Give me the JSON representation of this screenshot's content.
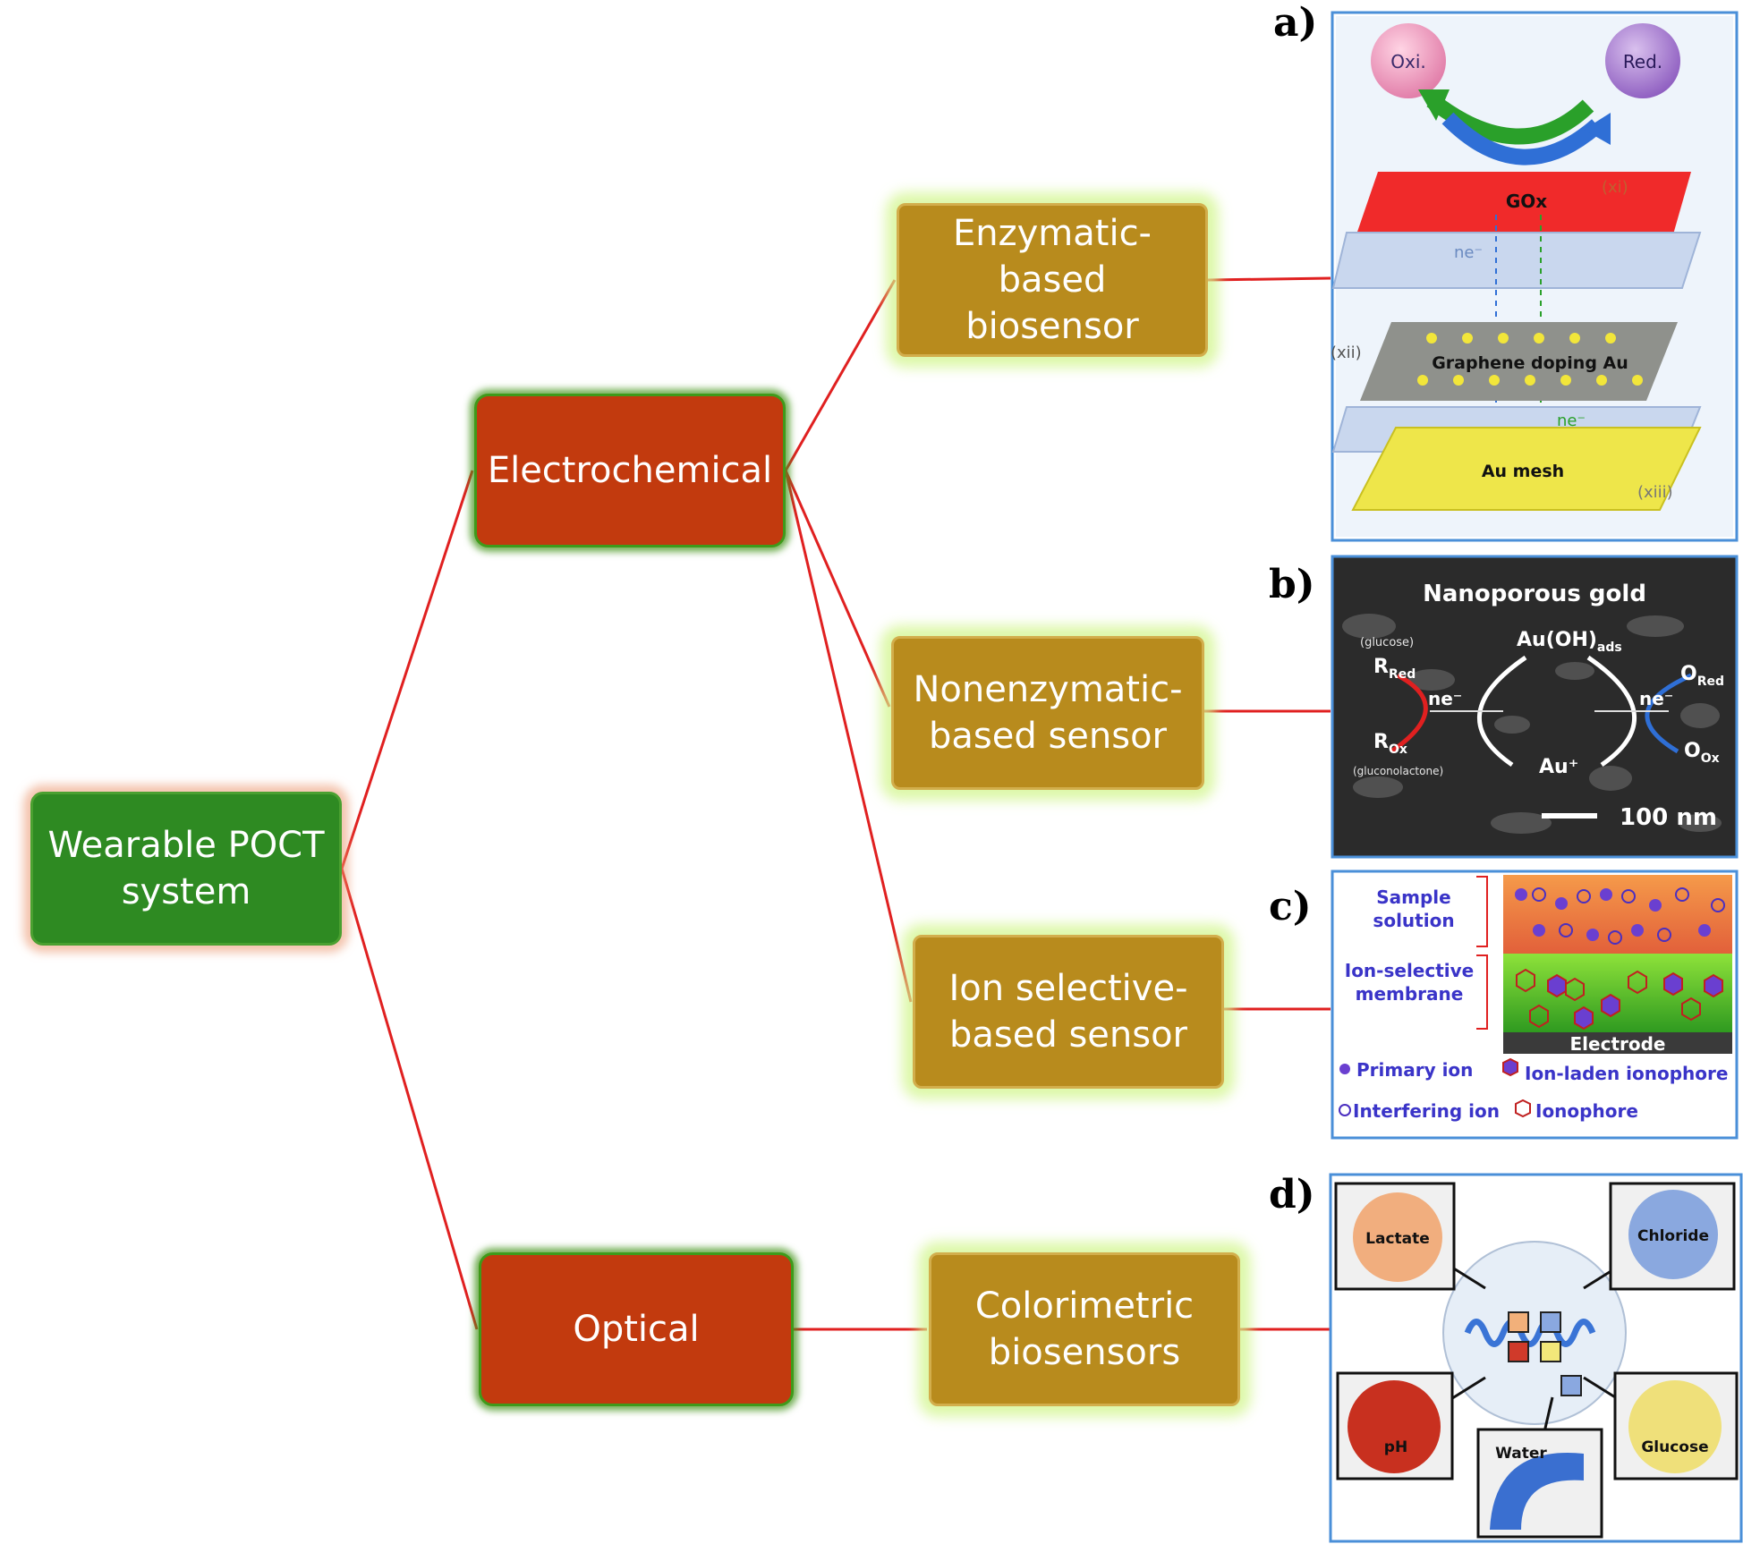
{
  "nodes": {
    "root": "Wearable POCT\nsystem",
    "electrochemical": "Electrochemical",
    "optical": "Optical",
    "enzymatic": "Enzymatic-based\nbiosensor",
    "nonenzymatic": "Nonenzymatic-\nbased sensor",
    "ion_selective": "Ion selective-\nbased sensor",
    "colorimetric": "Colorimetric\nbiosensors"
  },
  "panels": {
    "a": {
      "label": "a)",
      "oxi": "Oxi.",
      "red": "Red.",
      "gox": "GOx",
      "xi": "(xi)",
      "ne1": "ne⁻",
      "xii": "(xii)",
      "graphene": "Graphene doping Au",
      "ne2": "ne⁻",
      "au_mesh": "Au mesh",
      "xiii": "(xiii)"
    },
    "b": {
      "label": "b)",
      "title": "Nanoporous gold",
      "glucose": "(glucose)",
      "r_red": "R",
      "r_red_sub": "Red",
      "au_oh": "Au(OH)",
      "au_oh_sub": "ads",
      "o_red": "O",
      "o_red_sub": "Red",
      "ne_left": "ne⁻",
      "ne_right": "ne⁻",
      "r_ox": "R",
      "r_ox_sub": "Ox",
      "gluconolactone": "(gluconolactone)",
      "au_plus": "Au⁺",
      "o_ox": "O",
      "o_ox_sub": "Ox",
      "scale": "100 nm"
    },
    "c": {
      "label": "c)",
      "sample_solution": "Sample\nsolution",
      "membrane": "Ion-selective\nmembrane",
      "electrode": "Electrode",
      "legend": [
        "Primary ion",
        "Ion-laden ionophore",
        "Interfering ion",
        "Ionophore"
      ]
    },
    "d": {
      "label": "d)",
      "lactate": "Lactate",
      "chloride": "Chloride",
      "ph": "pH",
      "water": "Water",
      "glucose": "Glucose"
    }
  },
  "colors": {
    "connector": "#e02020",
    "root_fill": "#2e8a22",
    "level1_fill": "#c23a0e",
    "level2_fill": "#b88b1d",
    "panel_border": "#4a8fd8"
  }
}
